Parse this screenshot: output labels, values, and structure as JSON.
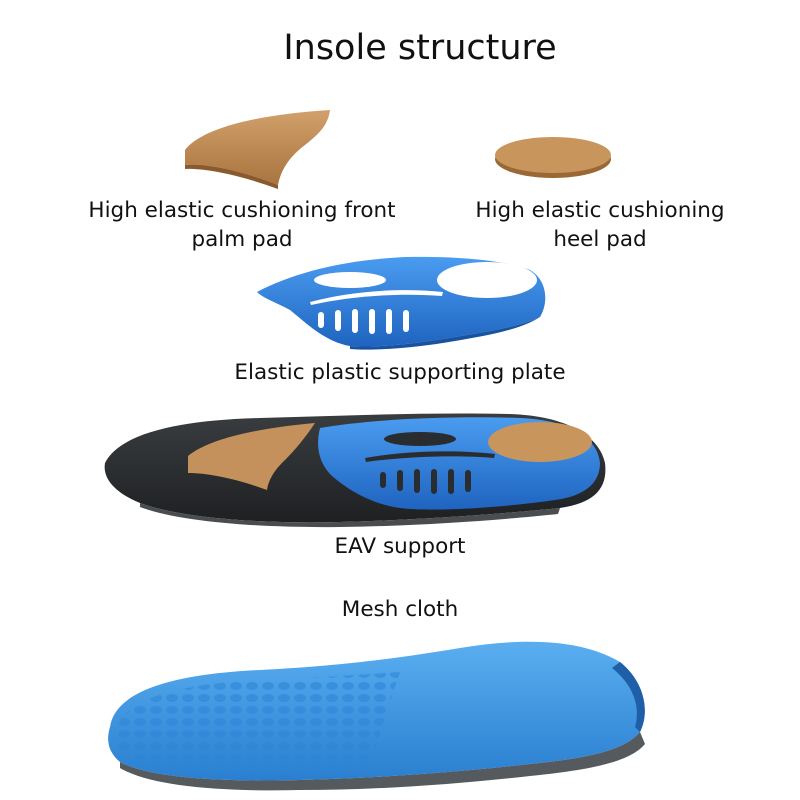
{
  "title": "Insole structure",
  "labels": {
    "front_pad": [
      "High elastic cushioning front",
      "palm pad"
    ],
    "heel_pad": [
      "High elastic cushioning",
      "heel pad"
    ],
    "plate": "Elastic plastic supporting plate",
    "eav": "EAV support",
    "mesh": "Mesh cloth"
  },
  "colors": {
    "pad_tan": "#c4915c",
    "plate_blue": "#2f7fd9",
    "eav_black": "#2a2d30",
    "mesh_blue": "#3a96e0",
    "background": "#ffffff"
  }
}
